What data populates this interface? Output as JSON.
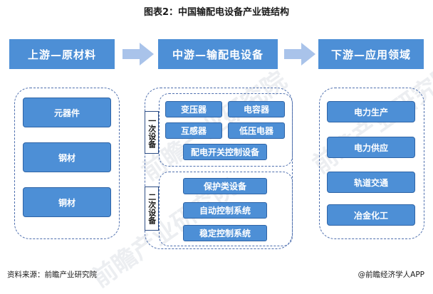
{
  "title": "图表2：中国输配电设备产业链结构",
  "stages": {
    "upstream": "上游—原材料",
    "midstream": "中游—输配电设备",
    "downstream": "下游—应用领域"
  },
  "upstream_items": [
    "元器件",
    "钢材",
    "铜材"
  ],
  "primary": {
    "label": "一次设备",
    "items": [
      "变压器",
      "电容器",
      "互感器",
      "低压电器",
      "配电开关控制设备"
    ]
  },
  "secondary": {
    "label": "二次设备",
    "items": [
      "保护类设备",
      "自动控制系统",
      "稳定控制系统"
    ]
  },
  "downstream_items": [
    "电力生产",
    "电力供应",
    "轨道交通",
    "冶金化工"
  ],
  "footer": {
    "source": "资料来源：前瞻产业研究院",
    "brand": "@前瞻经济学人APP"
  },
  "watermark": "前瞻产业研究院",
  "colors": {
    "box": "#4d8fd6",
    "border": "#4e6fae",
    "arrow": "#a9c3ea"
  }
}
